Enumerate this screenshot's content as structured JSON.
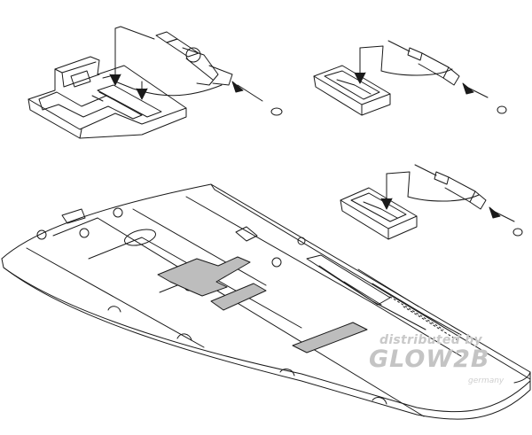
{
  "watermark": {
    "line1": "distributed by",
    "logo": "GLOW2B",
    "line2": "germany"
  },
  "colors": {
    "ink": "#1a1a1a",
    "panel_fill": "#bdbdbd",
    "watermark": "#c6c6c6",
    "background": "#ffffff"
  }
}
